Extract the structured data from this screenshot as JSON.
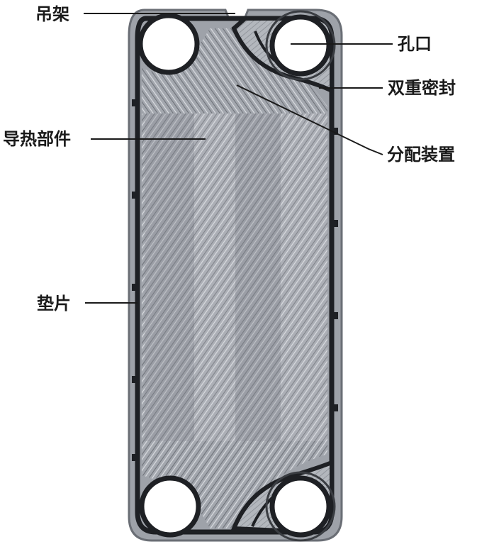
{
  "labels": {
    "hanger": "吊架",
    "port": "孔口",
    "double_seal": "双重密封",
    "heat_transfer": "导热部件",
    "distribution": "分配装置",
    "gasket": "垫片"
  },
  "colors": {
    "plate_fill": "#a3a7ae",
    "plate_light": "#c2c5ca",
    "plate_dark": "#8c9097",
    "gasket": "#1e2024",
    "leader_line": "#1a1a1a"
  }
}
